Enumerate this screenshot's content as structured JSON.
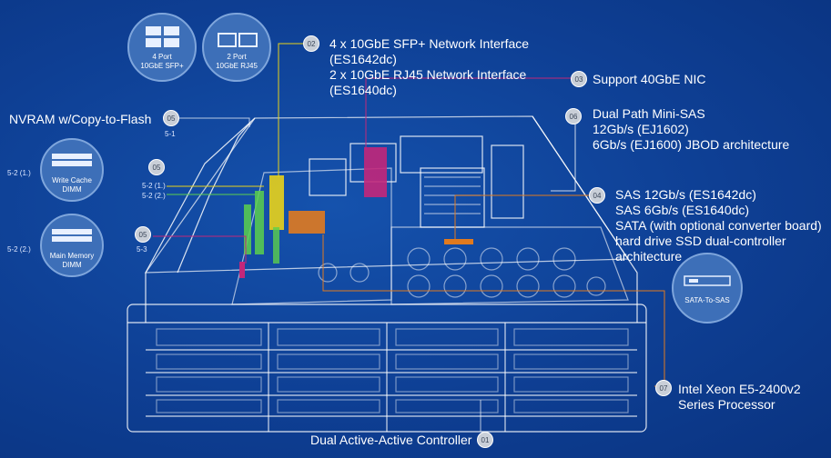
{
  "callouts": {
    "c01": {
      "num": "01",
      "text": "Dual Active-Active Controller"
    },
    "c02": {
      "num": "02",
      "line1": "4 x 10GbE SFP+ Network Interface",
      "line2": "(ES1642dc)",
      "line3": "2 x 10GbE RJ45 Network Interface",
      "line4": "(ES1640dc)"
    },
    "c03": {
      "num": "03",
      "text": "Support 40GbE NIC"
    },
    "c04": {
      "num": "04",
      "line1": "SAS 12Gb/s (ES1642dc)",
      "line2": "SAS 6Gb/s (ES1640dc)",
      "line3": "SATA (with optional converter board)",
      "line4": "hard drive SSD dual-controller",
      "line5": "architecture"
    },
    "c05a": {
      "num": "05",
      "text": "NVRAM w/Copy-to-Flash",
      "sub": "5-1"
    },
    "c05b": {
      "num": "05",
      "sub1": "5-2 (1.)",
      "sub2": "5-2 (2.)"
    },
    "c05c": {
      "num": "05",
      "sub": "5-3"
    },
    "c06": {
      "num": "06",
      "line1": "Dual Path Mini-SAS",
      "line2": "12Gb/s (EJ1602)",
      "line3": "6Gb/s (EJ1600) JBOD architecture"
    },
    "c07": {
      "num": "07",
      "line1": "Intel Xeon E5-2400v2",
      "line2": "Series Processor"
    }
  },
  "icons": {
    "sfp": {
      "line1": "4 Port",
      "line2": "10GbE SFP+"
    },
    "rj45": {
      "line1": "2 Port",
      "line2": "10GbE RJ45"
    },
    "write_cache": {
      "line1": "Write Cache",
      "line2": "DIMM",
      "side": "5-2 (1.)"
    },
    "main_memory": {
      "line1": "Main Memory",
      "line2": "DIMM",
      "side": "5-2 (2.)"
    },
    "sata_to_sas": {
      "text": "SATA-To-SAS"
    }
  },
  "colors": {
    "background": "#0d3c8f",
    "badge": "#c9cfd8",
    "accent_yellow": "#e8d21a",
    "accent_orange": "#e07a1f",
    "accent_green": "#5cd04c",
    "accent_magenta": "#c2277a"
  }
}
